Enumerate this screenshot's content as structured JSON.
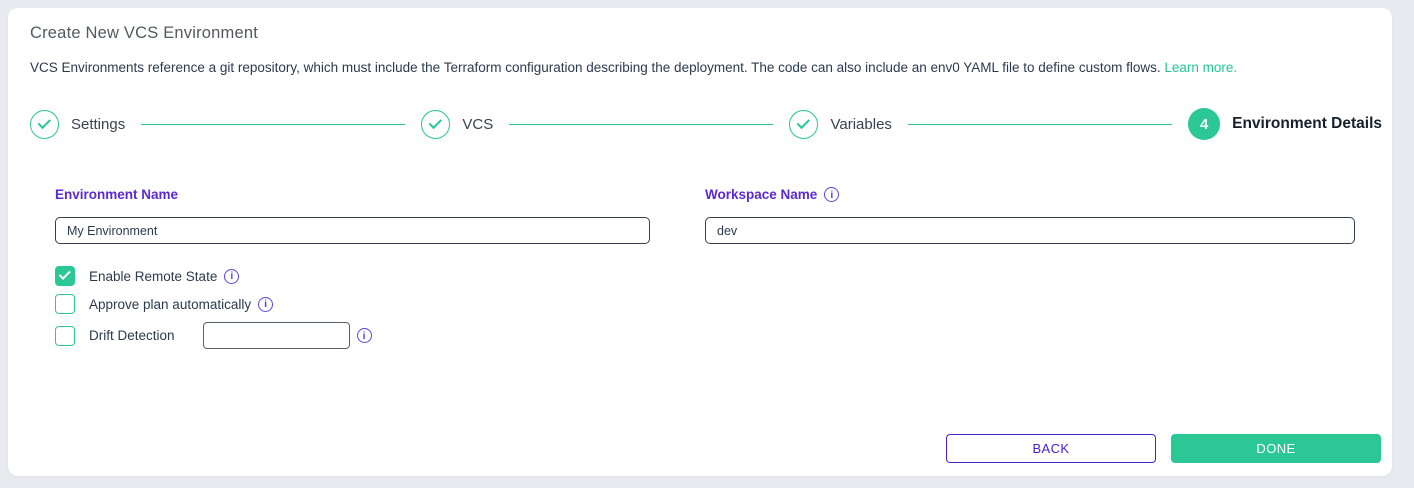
{
  "page": {
    "title": "Create New VCS Environment",
    "description": "VCS Environments reference a git repository, which must include the Terraform configuration describing the deployment. The code can also include an env0 YAML file to define custom flows.",
    "learn_more_label": "Learn more."
  },
  "stepper": {
    "steps": [
      {
        "label": "Settings",
        "state": "completed"
      },
      {
        "label": "VCS",
        "state": "completed"
      },
      {
        "label": "Variables",
        "state": "completed"
      },
      {
        "label": "Environment Details",
        "state": "active",
        "number": "4"
      }
    ]
  },
  "form": {
    "environment_name": {
      "label": "Environment Name",
      "value": "My Environment"
    },
    "workspace_name": {
      "label": "Workspace Name",
      "value": "dev"
    },
    "checkboxes": [
      {
        "label": "Enable Remote State",
        "checked": true
      },
      {
        "label": "Approve plan automatically",
        "checked": false
      },
      {
        "label": "Drift Detection",
        "checked": false,
        "value": ""
      }
    ]
  },
  "actions": {
    "back_label": "BACK",
    "done_label": "DONE"
  },
  "icons": {
    "info_glyph": "i"
  },
  "colors": {
    "green": "#2bc795",
    "purple_label": "#5b2ad0",
    "purple_button": "#4a20cf",
    "info_purple": "#5b46dd",
    "text_dark": "#2c3a4e",
    "background": "#e7eaee"
  }
}
